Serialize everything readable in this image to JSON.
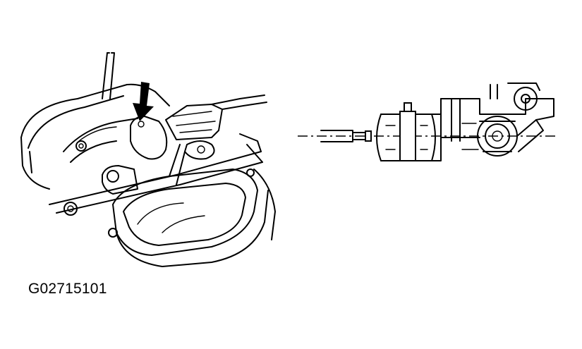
{
  "figure": {
    "code": "G02715101",
    "icons": [
      "pointer-arrow-icon",
      "shift-lever-assembly-illustration",
      "shift-cable-side-view-illustration"
    ]
  }
}
